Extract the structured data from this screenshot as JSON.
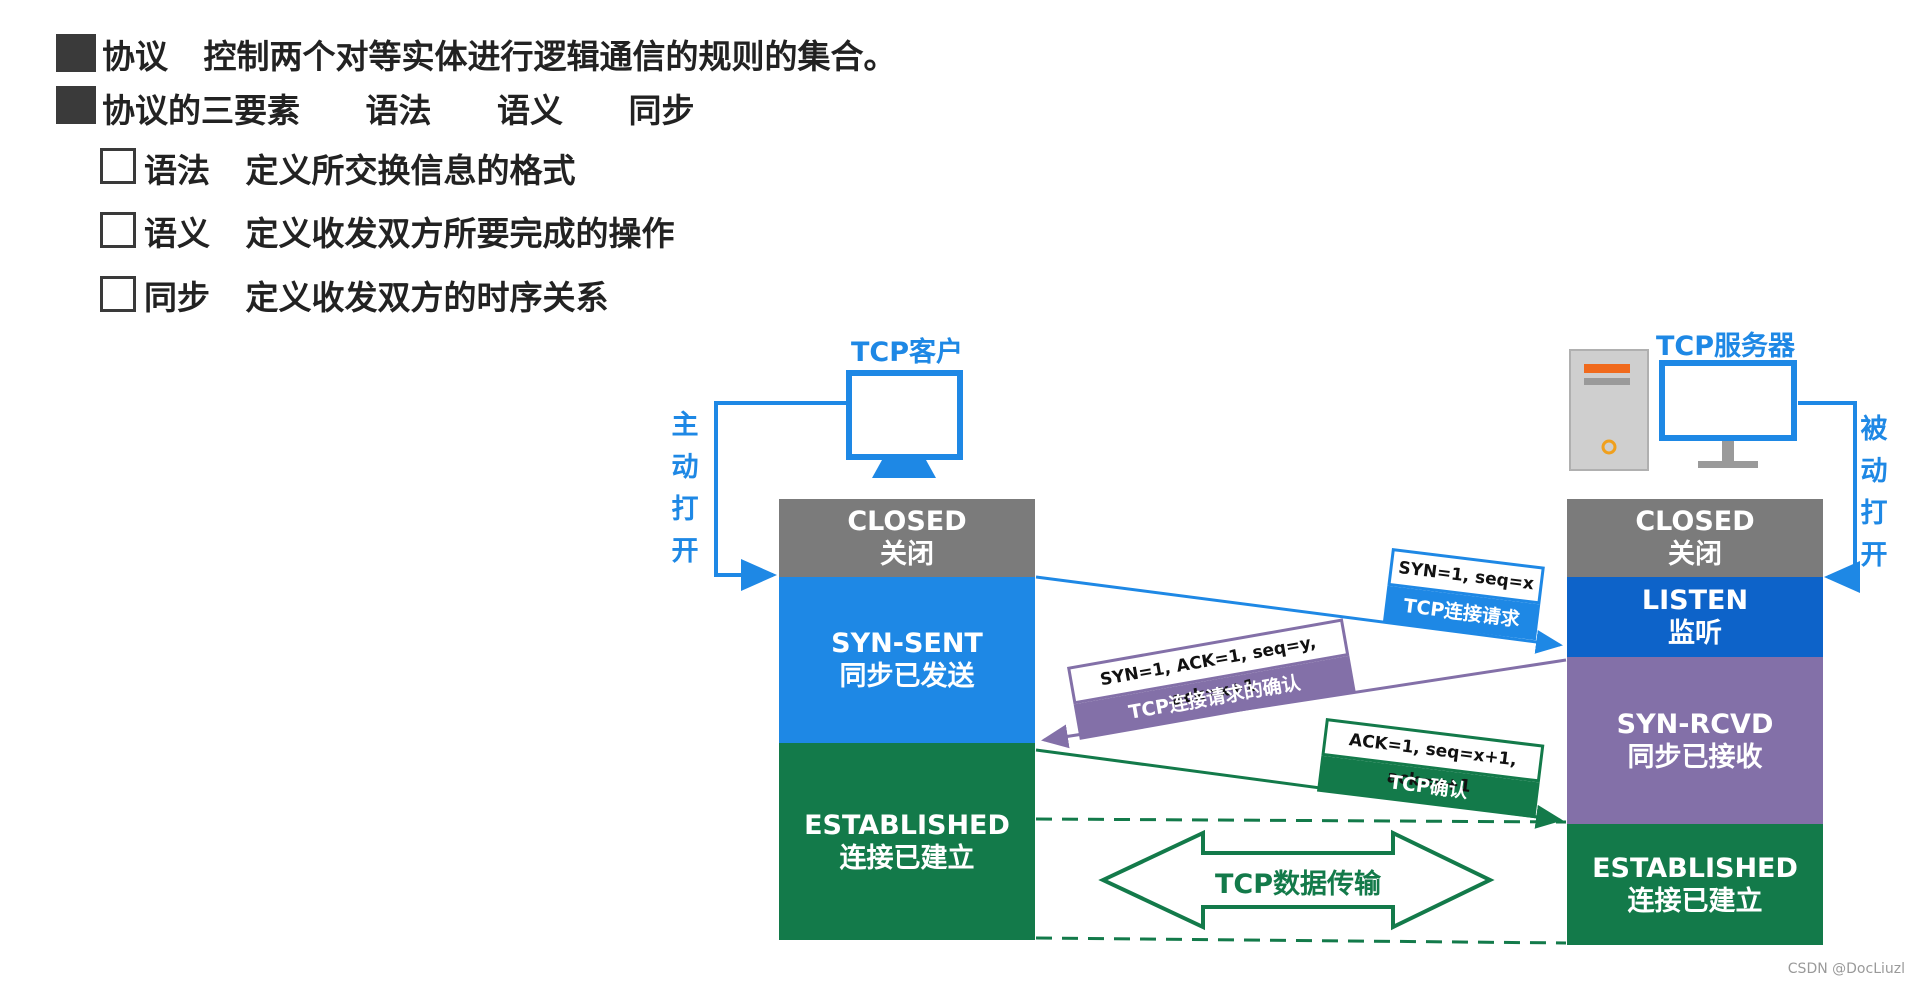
{
  "bullets": {
    "b1": {
      "term": "协议",
      "desc": "控制两个对等实体进行逻辑通信的规则的集合。"
    },
    "b2": {
      "term": "协议的三要素",
      "e1": "语法",
      "e2": "语义",
      "e3": "同步"
    },
    "s1": {
      "term": "语法",
      "desc": "定义所交换信息的格式"
    },
    "s2": {
      "term": "语义",
      "desc": "定义收发双方所要完成的操作"
    },
    "s3": {
      "term": "同步",
      "desc": "定义收发双方的时序关系"
    }
  },
  "diagram": {
    "client_title": "TCP客户",
    "server_title": "TCP服务器",
    "active_open": [
      "主",
      "动",
      "打",
      "开"
    ],
    "passive_open": [
      "被",
      "动",
      "打",
      "开"
    ],
    "client_states": [
      {
        "en": "CLOSED",
        "zh": "关闭",
        "color": "#7b7b7b"
      },
      {
        "en": "SYN-SENT",
        "zh": "同步已发送",
        "color": "#1e88e5"
      },
      {
        "en": "ESTABLISHED",
        "zh": "连接已建立",
        "color": "#137a4a"
      }
    ],
    "server_states": [
      {
        "en": "CLOSED",
        "zh": "关闭",
        "color": "#7b7b7b"
      },
      {
        "en": "LISTEN",
        "zh": "监听",
        "color": "#0d63c9"
      },
      {
        "en": "SYN-RCVD",
        "zh": "同步已接收",
        "color": "#8370a8"
      },
      {
        "en": "ESTABLISHED",
        "zh": "连接已建立",
        "color": "#137a4a"
      }
    ],
    "msg1": {
      "fields": "SYN=1, seq=x",
      "label": "TCP连接请求",
      "color": "#1e88e5"
    },
    "msg2": {
      "fields": "SYN=1, ACK=1, seq=y, ack=x+1",
      "label": "TCP连接请求的确认",
      "color": "#8370a8"
    },
    "msg3": {
      "fields": "ACK=1, seq=x+1, ack=y+1",
      "label": "TCP确认",
      "color": "#137a4a"
    },
    "transfer": "TCP数据传输"
  },
  "footer": "CSDN @DocLiuzl"
}
